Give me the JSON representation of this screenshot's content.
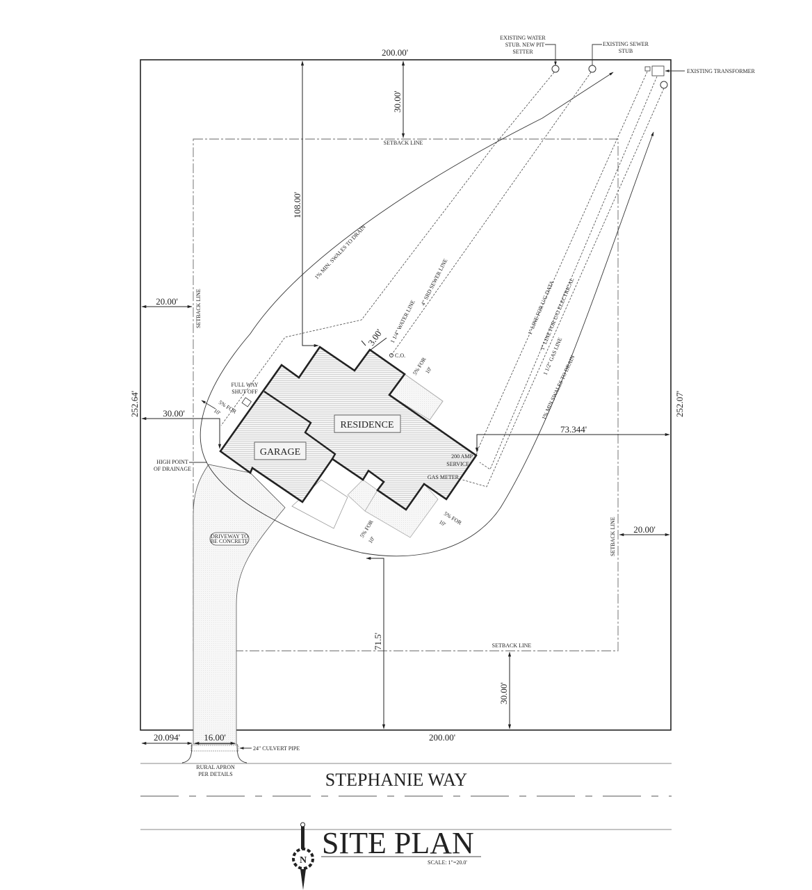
{
  "plan": {
    "title": "SITE PLAN",
    "scale": "SCALE: 1\"=20.0'",
    "road_name": "STEPHANIE WAY",
    "north_label": "N"
  },
  "dimensions": {
    "top_width": "200.00'",
    "bottom_width": "200.00'",
    "left_depth": "252.64'",
    "right_depth": "252.07'",
    "front_setback": "30.00'",
    "rear_setback": "30.00'",
    "side_setback_left": "20.00'",
    "side_setback_right": "20.00'",
    "house_to_rear": "108.00'",
    "house_to_left": "30.00'",
    "house_to_right": "73.344'",
    "house_to_front": "71.5'",
    "co_offset": "3.00'",
    "driveway_offset": "20.094'",
    "driveway_width": "16.00'"
  },
  "labels": {
    "water_stub": [
      "EXISTING WATER",
      "STUB. NEW PIT",
      "SETTER"
    ],
    "sewer_stub": [
      "EXISTING SEWER",
      "STUB"
    ],
    "transformer": "EXISTING TRANSFORMER",
    "setback_top": "SETBACK LINE",
    "setback_bottom": "SETBACK LINE",
    "setback_left": "SETBACK LINE",
    "setback_right": "SETBACK LINE",
    "swale_upper": "1% MIN. SWALES TO DRAIN",
    "swale_right": "1% MIN SWALES TO DRAIN",
    "water_line": "1 1/4\" WATER LINE",
    "sewer_line": "4\" SRD SEWER LINE",
    "data_line": "1\" LINE FOR U/G DATA",
    "electric_line": "1\" LINE FOR U/G ELECTRICAL",
    "gas_line": "1 1/2\" GAS LINE",
    "cleanout": "C.O.",
    "shutoff": [
      "FULL WAY",
      "SHUT OFF"
    ],
    "slope": [
      "5% FOR",
      "10'"
    ],
    "high_point": [
      "HIGH POINT",
      "OF DRAINAGE"
    ],
    "residence": "RESIDENCE",
    "garage": "GARAGE",
    "service": [
      "200 AMP",
      "SERVICE"
    ],
    "gas_meter": "GAS METER",
    "driveway_note": [
      "DRIVEWAY TO",
      "BE CONCRETE"
    ],
    "culvert": "24\" CULVERT PIPE",
    "apron": [
      "RURAL APRON",
      "PER DETAILS"
    ]
  }
}
